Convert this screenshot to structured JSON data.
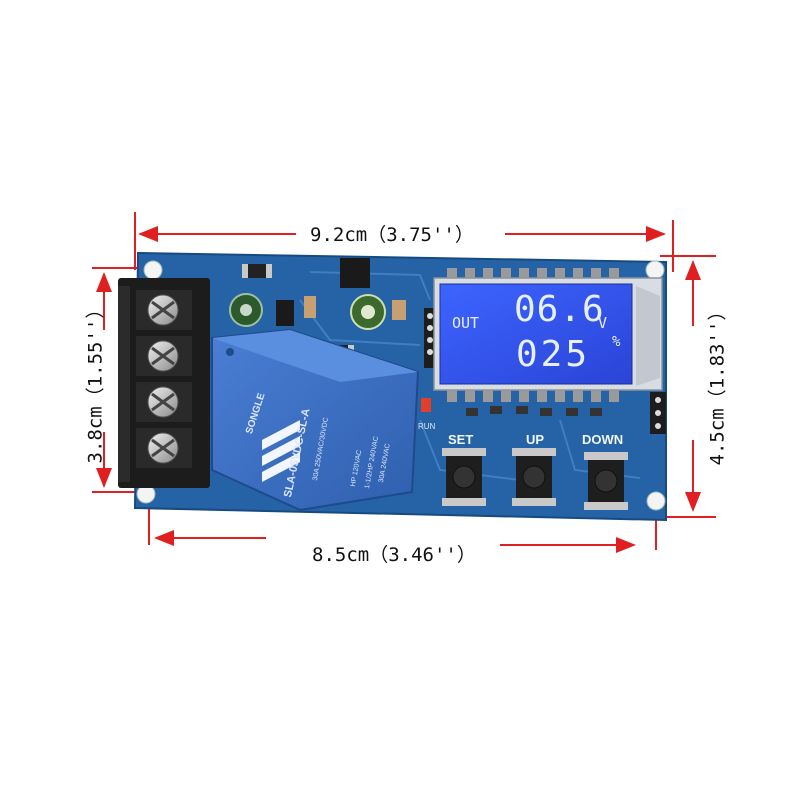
{
  "dimensions": {
    "top_width": "9.2cm（3.75''）",
    "bottom_width": "8.5cm（3.46''）",
    "left_height": "3.8cm（1.55''）",
    "right_height": "4.5cm（1.83''）"
  },
  "lcd": {
    "label": "OUT",
    "reading1": "06.6",
    "unit1": "V",
    "reading2": "025",
    "unit2": "%"
  },
  "buttons": {
    "set": "SET",
    "up": "UP",
    "down": "DOWN"
  },
  "board": {
    "run_label": "RUN",
    "relay_brand": "SONGLE",
    "relay_model": "SLA-05VDC-SL-A",
    "relay_rating1": "30A 250VAC/30VDC",
    "relay_rating2": "HP 120VAC",
    "relay_rating3": "1-1/2HP 240VAC",
    "relay_rating4": "30A 240VAC"
  },
  "colors": {
    "pcb": "#2563a6",
    "relay": "#3a6fc0",
    "lcd_bg": "#2f52e8",
    "dimension_lines": "#e02020"
  }
}
